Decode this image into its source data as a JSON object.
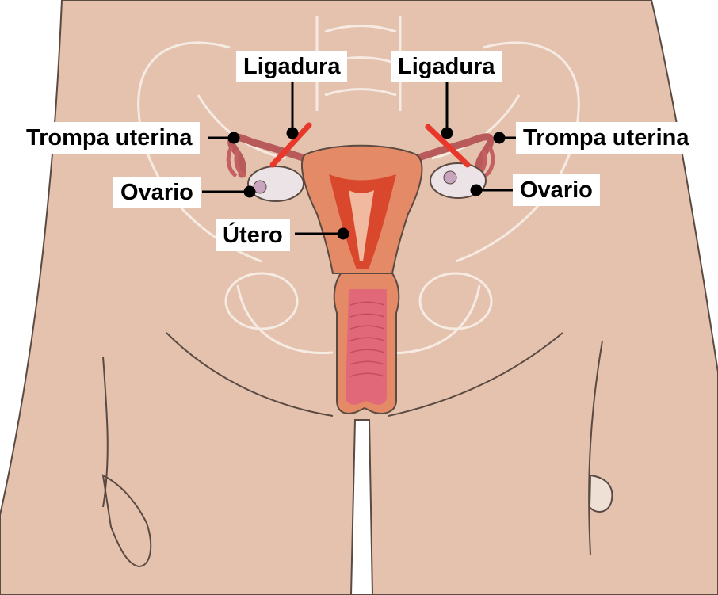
{
  "labels": {
    "ligature_left": "Ligadura",
    "ligature_right": "Ligadura",
    "tube_left": "Trompa uterina",
    "tube_right": "Trompa uterina",
    "ovary_left": "Ovario",
    "ovary_right": "Ovario",
    "uterus": "Útero"
  },
  "colors": {
    "skin": "#e4c2ae",
    "skin_outline": "#5a4a42",
    "bone_outline": "#f6ebe3",
    "uterus_outer": "#e58a66",
    "uterus_inner": "#d9472c",
    "uterus_mucosa": "#f0b9a0",
    "cervix_canal": "#e06878",
    "ovary": "#ece3e6",
    "ligature_mark": "#e8382b",
    "leader_line": "#000000"
  }
}
